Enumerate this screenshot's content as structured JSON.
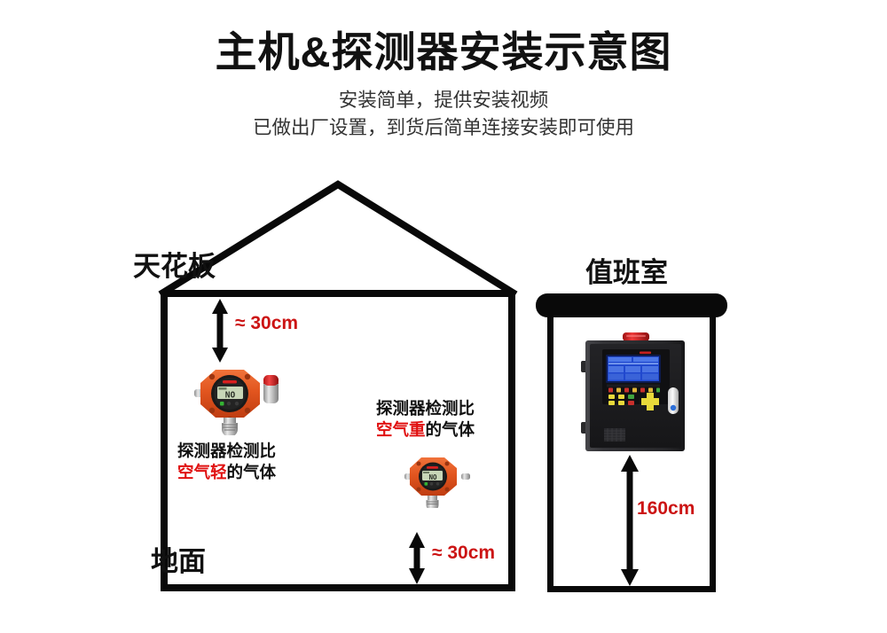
{
  "header": {
    "title": "主机&探测器安装示意图",
    "subtitle_line1": "安装简单，提供安装视频",
    "subtitle_line2": "已做出厂设置，到货后简单连接安装即可使用"
  },
  "house": {
    "ceiling_label": "天花板",
    "floor_label": "地面",
    "top_dimension": "≈ 30cm",
    "bottom_dimension": "≈ 30cm",
    "caption_light": {
      "line1": "探测器检测比",
      "highlight": "空气轻",
      "suffix": "的气体"
    },
    "caption_heavy": {
      "line1": "探测器检测比",
      "highlight": "空气重",
      "suffix": "的气体"
    }
  },
  "duty_room": {
    "label": "值班室",
    "mount_height": "160cm"
  },
  "colors": {
    "dimension_red": "#CC1414",
    "highlight_red": "#E01010",
    "outline_black": "#090909",
    "detector_orange": "#E85A24",
    "panel_body": "#2B2B2D",
    "lcd_blue": "#1E4FD8",
    "lcd_green": "#C8D6B8"
  },
  "icons": {
    "up_down_arrow": "double-headed-arrow",
    "up_arrow": "up-arrow",
    "beacon": "alarm-beacon"
  }
}
